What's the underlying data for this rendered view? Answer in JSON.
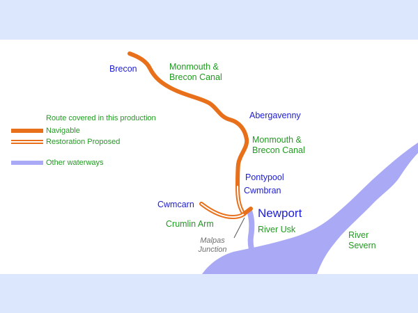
{
  "legend": {
    "heading": "Route covered in this production",
    "navigable": "Navigable",
    "restoration": "Restoration Proposed",
    "other": "Other waterways"
  },
  "places": {
    "brecon": "Brecon",
    "canal_1_line1": "Monmouth &",
    "canal_1_line2": "Brecon Canal",
    "abergavenny": "Abergavenny",
    "canal_2_line1": "Monmouth &",
    "canal_2_line2": "Brecon Canal",
    "pontypool": "Pontypool",
    "cwmbran": "Cwmbran",
    "cwmcarn": "Cwmcarn",
    "newport": "Newport",
    "crumlin_arm": "Crumlin Arm",
    "river_usk": "River Usk",
    "malpas_line1": "Malpas",
    "malpas_line2": "Junction",
    "river_severn_line1": "River",
    "river_severn_line2": "Severn"
  },
  "colors": {
    "navigable": "#e8701a",
    "restoration": "#e8701a",
    "other_waterways": "#a9a9f5",
    "band": "#dce6fc",
    "town_label": "#1d1dd4",
    "feature_label": "#1f9a1f",
    "junction_label": "#6e6e6e"
  }
}
